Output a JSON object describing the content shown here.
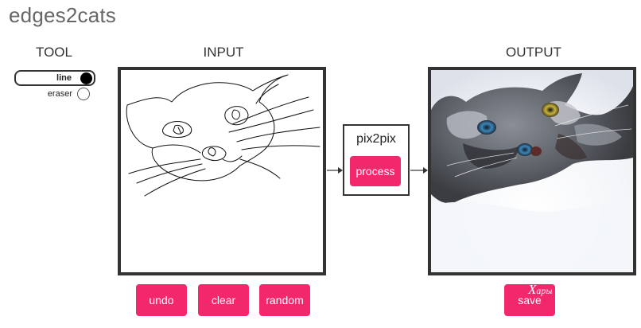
{
  "app": {
    "title": "edges2cats"
  },
  "labels": {
    "tool": "TOOL",
    "input": "INPUT",
    "output": "OUTPUT"
  },
  "tools": {
    "line": "line",
    "eraser": "eraser",
    "selected": "line"
  },
  "model": {
    "name": "pix2pix",
    "process_label": "process"
  },
  "buttons": {
    "undo": "undo",
    "clear": "clear",
    "random": "random",
    "save": "save"
  },
  "overlay": {
    "big": "X",
    "small": "ары"
  },
  "colors": {
    "accent": "#f2276c",
    "frame": "#333333",
    "title": "#666666"
  },
  "icons": {
    "arrow": "arrow-right-icon"
  }
}
